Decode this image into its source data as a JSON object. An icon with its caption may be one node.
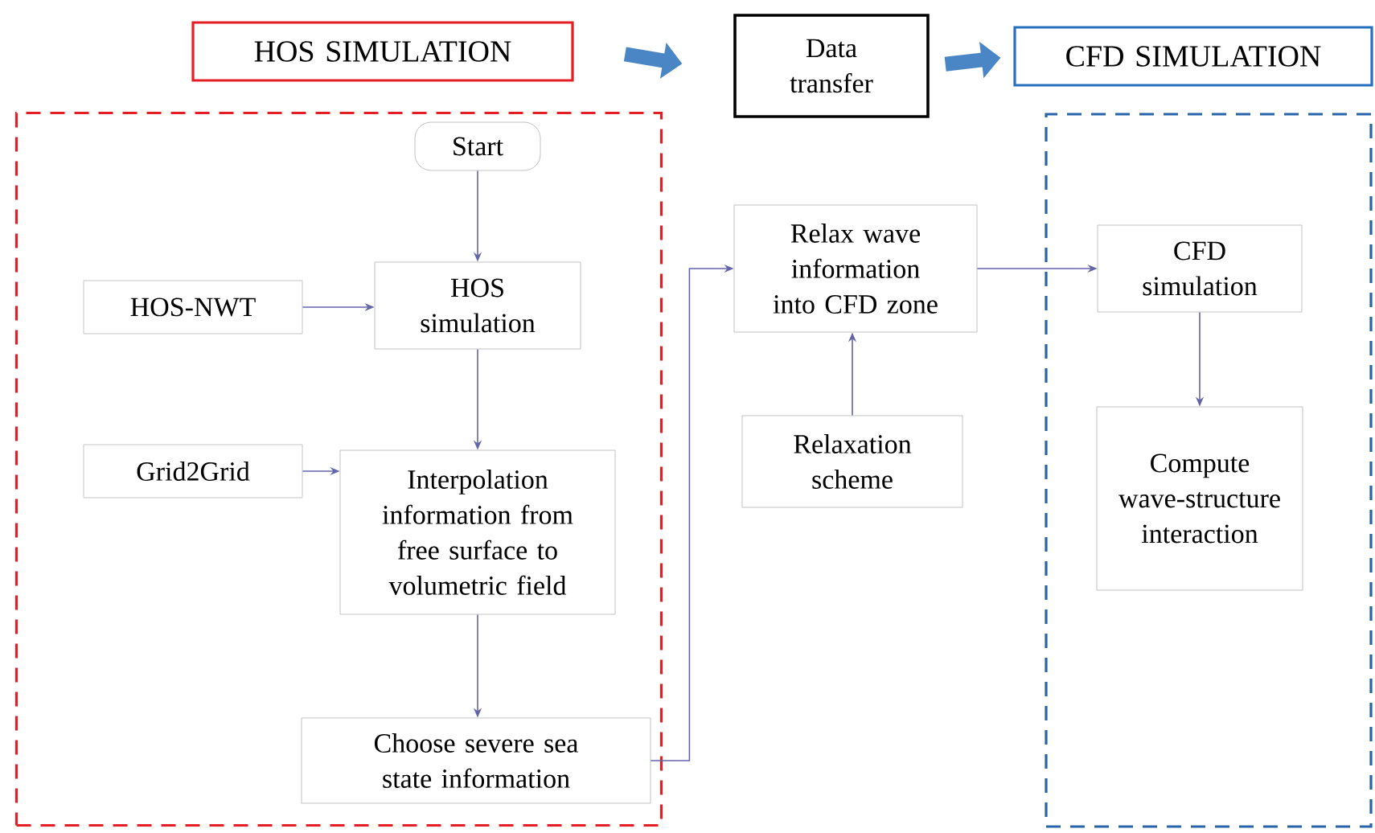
{
  "diagram": {
    "nodes": [
      {
        "text": [
          "HOS SIMULATION"
        ]
      },
      {
        "text": [
          "Data transfer"
        ]
      },
      {
        "text": [
          "CFD SIMULATION"
        ]
      },
      {
        "text": [],
        "shape": "box"
      },
      {
        "text": [
          "Start"
        ],
        "in": 3
      },
      {
        "text": [
          "HOS-NWT"
        ],
        "in": 3
      },
      {
        "text": [
          "HOS simulation"
        ],
        "in": 3
      },
      {
        "text": [
          "Grid2Grid"
        ],
        "in": 3
      },
      {
        "text": [
          "Interpolation information from free surface to volumetric field"
        ],
        "in": 3
      },
      {
        "text": [
          "Choose severe sea state information"
        ],
        "in": 3
      },
      {
        "text": [
          "Relax wave information into CFD zone"
        ]
      },
      {
        "text": [
          "Relaxation scheme"
        ]
      },
      {
        "text": [],
        "shape": "box"
      },
      {
        "text": [
          "CFD simulation"
        ],
        "in": 12
      },
      {
        "text": [
          "Compute wave-structure interaction"
        ],
        "in": 12
      }
    ],
    "edges": [
      {
        "from": 0,
        "to": 1,
        "arrow": "to",
        "style": "thick",
        "color": "#4a86c5"
      },
      {
        "from": 1,
        "to": 2,
        "arrow": "to",
        "style": "thick",
        "color": "#4a86c5"
      },
      {
        "from": 4,
        "to": 6,
        "arrow": "to"
      },
      {
        "from": 5,
        "to": 6,
        "arrow": "to"
      },
      {
        "from": 6,
        "to": 8,
        "arrow": "to"
      },
      {
        "from": 7,
        "to": 8,
        "arrow": "to"
      },
      {
        "from": 8,
        "to": 9,
        "arrow": "to"
      },
      {
        "from": 9,
        "to": 10,
        "arrow": "to"
      },
      {
        "from": 11,
        "to": 10,
        "arrow": "to"
      },
      {
        "from": 10,
        "to": 13,
        "arrow": "to"
      },
      {
        "from": 13,
        "to": 14,
        "arrow": "to"
      }
    ]
  }
}
